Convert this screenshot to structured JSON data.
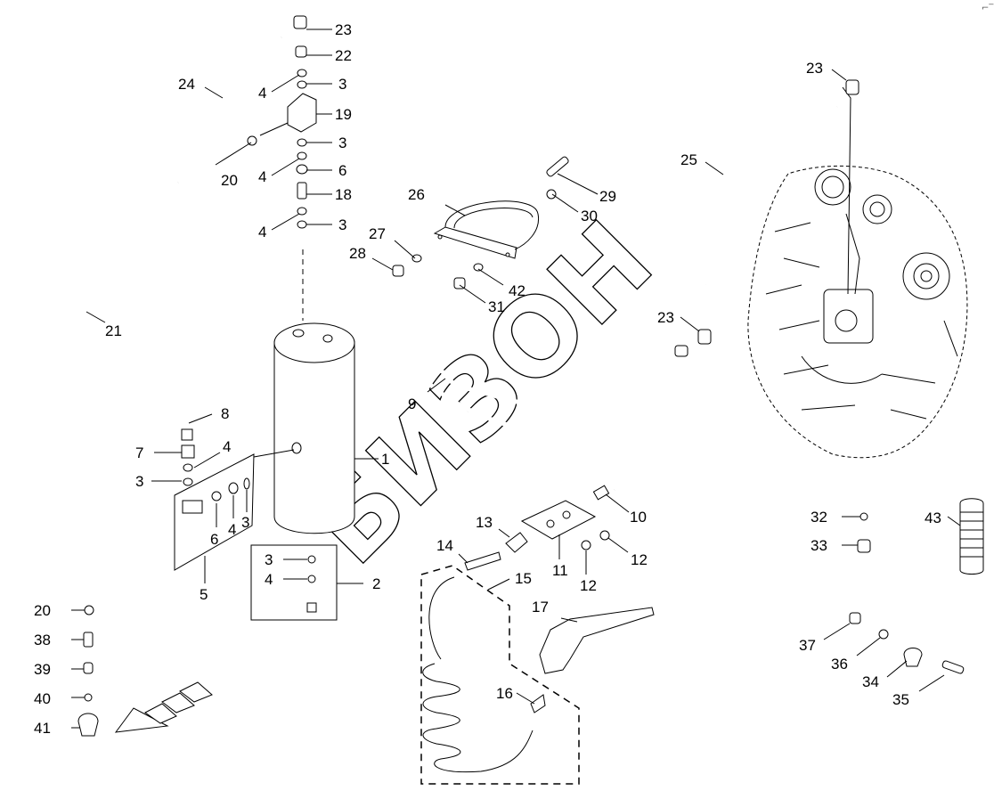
{
  "watermark": {
    "text": "БИЗОН"
  },
  "corner_mark": "⌐‾",
  "callouts": [
    "1",
    "2",
    "3",
    "3",
    "3",
    "3",
    "3",
    "3",
    "4",
    "4",
    "4",
    "4",
    "4",
    "4",
    "5",
    "6",
    "6",
    "7",
    "8",
    "9",
    "10",
    "11",
    "12",
    "12",
    "13",
    "14",
    "15",
    "16",
    "17",
    "18",
    "19",
    "20",
    "20",
    "21",
    "22",
    "23",
    "23",
    "23",
    "24",
    "25",
    "26",
    "27",
    "28",
    "29",
    "30",
    "31",
    "32",
    "33",
    "34",
    "35",
    "36",
    "37",
    "38",
    "39",
    "40",
    "41",
    "42",
    "43"
  ]
}
